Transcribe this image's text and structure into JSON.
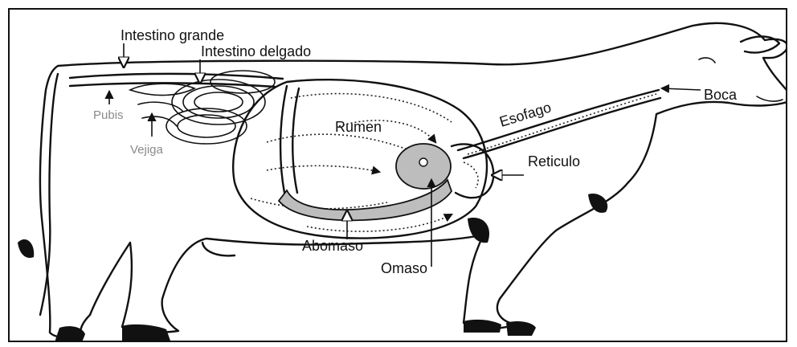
{
  "diagram": {
    "labels": {
      "intestino_grande": "Intestino grande",
      "intestino_delgado": "Intestino delgado",
      "pubis": "Pubis",
      "vejiga": "Vejiga",
      "rumen": "Rumen",
      "esofago": "Esofago",
      "boca": "Boca",
      "reticulo": "Reticulo",
      "abomaso": "Abomaso",
      "omaso": "Omaso"
    }
  }
}
